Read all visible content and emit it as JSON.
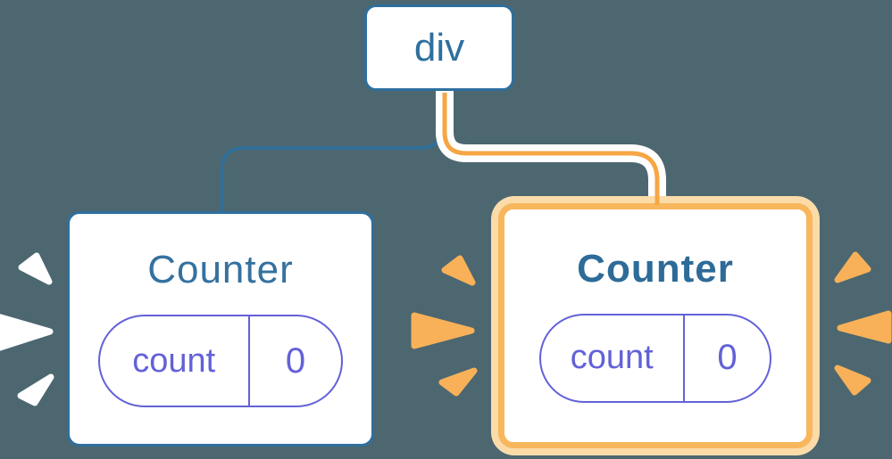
{
  "diagram": {
    "description": "React component tree diagram: a div root with two Counter children; right Counter highlighted as re-rendered",
    "root": {
      "label": "div"
    },
    "children": [
      {
        "title": "Counter",
        "highlighted": false,
        "state": {
          "key": "count",
          "value": "0"
        }
      },
      {
        "title": "Counter",
        "highlighted": true,
        "state": {
          "key": "count",
          "value": "0"
        }
      }
    ],
    "icons": [
      "burst-spark-white-left-card",
      "burst-spark-orange-left-of-right-card",
      "burst-spark-orange-right-of-right-card"
    ]
  },
  "colors": {
    "canvas-bg": "#4C6770",
    "white": "#FFFFFF",
    "blue": "#2E6F9E",
    "title-blue": "#35719F",
    "title-blue-bold": "#2D6B98",
    "purple": "#6361D8",
    "orange-line": "#F6A644",
    "orange-border": "#F8B75C",
    "orange-ring": "#FBDCA9",
    "spark-orange": "#F8B158"
  }
}
